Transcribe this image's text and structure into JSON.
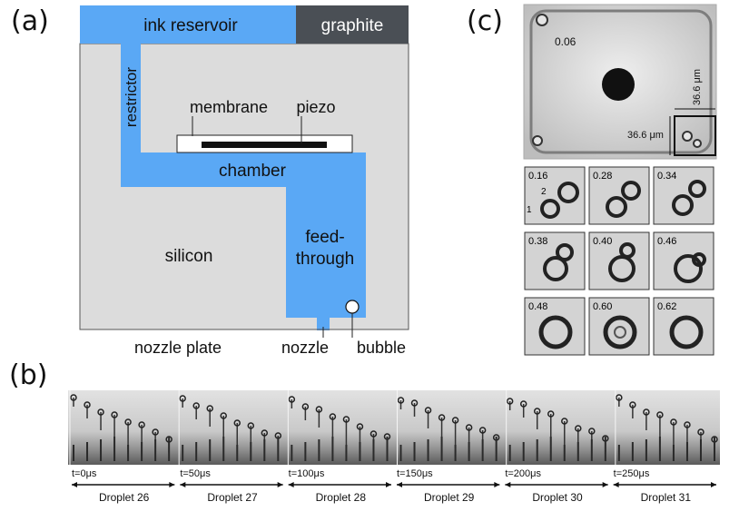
{
  "panel_labels": {
    "a": "(a)",
    "b": "(b)",
    "c": "(c)"
  },
  "panel_a": {
    "ink_reservoir": "ink reservoir",
    "graphite": "graphite",
    "restrictor": "restrictor",
    "membrane": "membrane",
    "piezo": "piezo",
    "chamber": "chamber",
    "feedthrough_line1": "feed-",
    "feedthrough_line2": "through",
    "silicon": "silicon",
    "nozzle_plate": "nozzle plate",
    "nozzle": "nozzle",
    "bubble": "bubble",
    "colors": {
      "ink": "#5aa8f5",
      "graphite": "#4a4f55",
      "silicon": "#dcdcdc"
    }
  },
  "panel_b": {
    "times": [
      "t=0μs",
      "t=50μs",
      "t=100μs",
      "t=150μs",
      "t=200μs",
      "t=250μs"
    ],
    "droplets": [
      "Droplet 26",
      "Droplet 27",
      "Droplet 28",
      "Droplet 29",
      "Droplet 30",
      "Droplet 31"
    ]
  },
  "panel_c": {
    "main_time": "0.06",
    "dim_horizontal": "36.6 μm",
    "dim_vertical": "36.6 μm",
    "frames": [
      "0.16",
      "0.28",
      "0.34",
      "0.38",
      "0.40",
      "0.46",
      "0.48",
      "0.60",
      "0.62"
    ],
    "marker1": "1",
    "marker2": "2"
  }
}
